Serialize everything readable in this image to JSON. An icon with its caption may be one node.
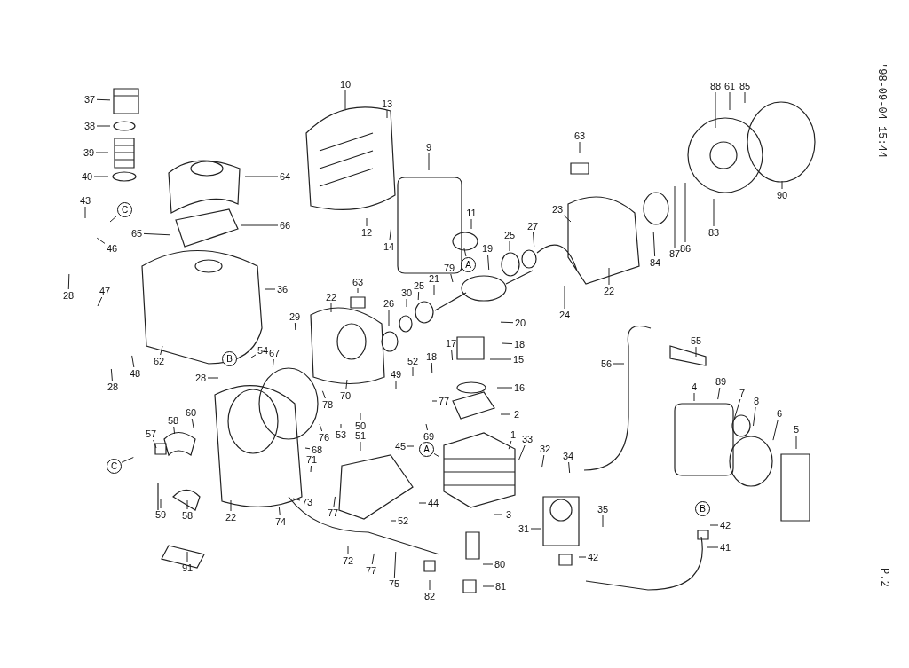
{
  "diagram": {
    "nodes": [
      {
        "text": [
          "37"
        ]
      },
      {
        "text": [
          "38"
        ]
      },
      {
        "text": [
          "39"
        ]
      },
      {
        "text": [
          "40"
        ]
      },
      {
        "text": [
          "10"
        ]
      },
      {
        "text": [
          "13"
        ]
      },
      {
        "text": [
          "88"
        ]
      },
      {
        "text": [
          "61"
        ]
      },
      {
        "text": [
          "85"
        ]
      },
      {
        "text": [
          "63"
        ]
      },
      {
        "text": [
          "9"
        ]
      },
      {
        "text": [
          "64"
        ]
      },
      {
        "text": [
          "43"
        ]
      },
      {
        "text": [
          "90"
        ]
      },
      {
        "text": [
          "C"
        ]
      },
      {
        "text": [
          "23"
        ]
      },
      {
        "text": [
          "11"
        ]
      },
      {
        "text": [
          "66"
        ]
      },
      {
        "text": [
          "83"
        ]
      },
      {
        "text": [
          "12"
        ]
      },
      {
        "text": [
          "65"
        ]
      },
      {
        "text": [
          "25"
        ]
      },
      {
        "text": [
          "27"
        ]
      },
      {
        "text": [
          "46"
        ]
      },
      {
        "text": [
          "14"
        ]
      },
      {
        "text": [
          "86"
        ]
      },
      {
        "text": [
          "19"
        ]
      },
      {
        "text": [
          "87"
        ]
      },
      {
        "text": [
          "84"
        ]
      },
      {
        "text": [
          "A"
        ]
      },
      {
        "text": [
          "79"
        ]
      },
      {
        "text": [
          "21"
        ]
      },
      {
        "text": [
          "63"
        ]
      },
      {
        "text": [
          "25"
        ]
      },
      {
        "text": [
          "36"
        ]
      },
      {
        "text": [
          "22"
        ]
      },
      {
        "text": [
          "47"
        ]
      },
      {
        "text": [
          "28"
        ]
      },
      {
        "text": [
          "30"
        ]
      },
      {
        "text": [
          "22"
        ]
      },
      {
        "text": [
          "26"
        ]
      },
      {
        "text": [
          "24"
        ]
      },
      {
        "text": [
          "29"
        ]
      },
      {
        "text": [
          "20"
        ]
      },
      {
        "text": [
          "55"
        ]
      },
      {
        "text": [
          "18"
        ]
      },
      {
        "text": [
          "17"
        ]
      },
      {
        "text": [
          "54"
        ]
      },
      {
        "text": [
          "67"
        ]
      },
      {
        "text": [
          "18"
        ]
      },
      {
        "text": [
          "15"
        ]
      },
      {
        "text": [
          "62"
        ]
      },
      {
        "text": [
          "52"
        ]
      },
      {
        "text": [
          "B"
        ]
      },
      {
        "text": [
          "56"
        ]
      },
      {
        "text": [
          "49"
        ]
      },
      {
        "text": [
          "48"
        ]
      },
      {
        "text": [
          "28"
        ]
      },
      {
        "text": [
          "28"
        ]
      },
      {
        "text": [
          "4"
        ]
      },
      {
        "text": [
          "89"
        ]
      },
      {
        "text": [
          "16"
        ]
      },
      {
        "text": [
          "7"
        ]
      },
      {
        "text": [
          "70"
        ]
      },
      {
        "text": [
          "78"
        ]
      },
      {
        "text": [
          "77"
        ]
      },
      {
        "text": [
          "8"
        ]
      },
      {
        "text": [
          "60"
        ]
      },
      {
        "text": [
          "2"
        ]
      },
      {
        "text": [
          "6"
        ]
      },
      {
        "text": [
          "58"
        ]
      },
      {
        "text": [
          "50"
        ]
      },
      {
        "text": [
          "5"
        ]
      },
      {
        "text": [
          "57"
        ]
      },
      {
        "text": [
          "53"
        ]
      },
      {
        "text": [
          "1"
        ]
      },
      {
        "text": [
          "51"
        ]
      },
      {
        "text": [
          "69"
        ]
      },
      {
        "text": [
          "76"
        ]
      },
      {
        "text": [
          "33"
        ]
      },
      {
        "text": [
          "45"
        ]
      },
      {
        "text": [
          "A"
        ]
      },
      {
        "text": [
          "32"
        ]
      },
      {
        "text": [
          "68"
        ]
      },
      {
        "text": [
          "34"
        ]
      },
      {
        "text": [
          "71"
        ]
      },
      {
        "text": [
          "C"
        ]
      },
      {
        "text": [
          "73"
        ]
      },
      {
        "text": [
          "44"
        ]
      },
      {
        "text": [
          "77"
        ]
      },
      {
        "text": [
          "B"
        ]
      },
      {
        "text": [
          "35"
        ]
      },
      {
        "text": [
          "3"
        ]
      },
      {
        "text": [
          "59"
        ]
      },
      {
        "text": [
          "58"
        ]
      },
      {
        "text": [
          "22"
        ]
      },
      {
        "text": [
          "74"
        ]
      },
      {
        "text": [
          "52"
        ]
      },
      {
        "text": [
          "42"
        ]
      },
      {
        "text": [
          "31"
        ]
      },
      {
        "text": [
          "41"
        ]
      },
      {
        "text": [
          "42"
        ]
      },
      {
        "text": [
          "72"
        ]
      },
      {
        "text": [
          "80"
        ]
      },
      {
        "text": [
          "77"
        ]
      },
      {
        "text": [
          "91"
        ]
      },
      {
        "text": [
          "75"
        ]
      },
      {
        "text": [
          "81"
        ]
      },
      {
        "text": [
          "82"
        ]
      }
    ],
    "edges": [
      {
        "from": 0,
        "to": null,
        "arrow": "none"
      },
      {
        "from": 1,
        "to": null,
        "arrow": "none"
      },
      {
        "from": 2,
        "to": null,
        "arrow": "none"
      },
      {
        "from": 3,
        "to": null,
        "arrow": "none"
      },
      {
        "from": 4,
        "to": null,
        "arrow": "none"
      },
      {
        "from": 5,
        "to": null,
        "arrow": "none"
      },
      {
        "from": 6,
        "to": null,
        "arrow": "none"
      },
      {
        "from": 7,
        "to": null,
        "arrow": "none"
      },
      {
        "from": 8,
        "to": null,
        "arrow": "none"
      },
      {
        "from": 9,
        "to": null,
        "arrow": "none"
      },
      {
        "from": 10,
        "to": null,
        "arrow": "none"
      },
      {
        "from": 11,
        "to": null,
        "arrow": "none"
      },
      {
        "from": 12,
        "to": null,
        "arrow": "none"
      },
      {
        "from": 13,
        "to": null,
        "arrow": "none"
      },
      {
        "from": 14,
        "to": null,
        "arrow": "none"
      },
      {
        "from": 15,
        "to": null,
        "arrow": "none"
      },
      {
        "from": 16,
        "to": null,
        "arrow": "none"
      },
      {
        "from": 17,
        "to": null,
        "arrow": "none"
      },
      {
        "from": 18,
        "to": null,
        "arrow": "none"
      },
      {
        "from": 19,
        "to": null,
        "arrow": "none"
      },
      {
        "from": 20,
        "to": null,
        "arrow": "none"
      },
      {
        "from": 21,
        "to": null,
        "arrow": "none"
      },
      {
        "from": 22,
        "to": null,
        "arrow": "none"
      },
      {
        "from": 23,
        "to": null,
        "arrow": "none"
      },
      {
        "from": 24,
        "to": null,
        "arrow": "none"
      },
      {
        "from": 25,
        "to": null,
        "arrow": "none"
      },
      {
        "from": 26,
        "to": null,
        "arrow": "none"
      },
      {
        "from": 27,
        "to": null,
        "arrow": "none"
      },
      {
        "from": 28,
        "to": null,
        "arrow": "none"
      },
      {
        "from": 29,
        "to": null,
        "arrow": "none"
      },
      {
        "from": 30,
        "to": null,
        "arrow": "none"
      },
      {
        "from": 31,
        "to": null,
        "arrow": "none"
      },
      {
        "from": 32,
        "to": null,
        "arrow": "none"
      },
      {
        "from": 33,
        "to": null,
        "arrow": "none"
      },
      {
        "from": 34,
        "to": null,
        "arrow": "none"
      },
      {
        "from": 35,
        "to": null,
        "arrow": "none"
      },
      {
        "from": 36,
        "to": null,
        "arrow": "none"
      },
      {
        "from": 37,
        "to": null,
        "arrow": "none"
      },
      {
        "from": 38,
        "to": null,
        "arrow": "none"
      },
      {
        "from": 39,
        "to": null,
        "arrow": "none"
      },
      {
        "from": 40,
        "to": null,
        "arrow": "none"
      },
      {
        "from": 41,
        "to": null,
        "arrow": "none"
      },
      {
        "from": 42,
        "to": null,
        "arrow": "none"
      },
      {
        "from": 43,
        "to": null,
        "arrow": "none"
      },
      {
        "from": 44,
        "to": null,
        "arrow": "none"
      },
      {
        "from": 45,
        "to": null,
        "arrow": "none"
      },
      {
        "from": 46,
        "to": null,
        "arrow": "none"
      },
      {
        "from": 47,
        "to": null,
        "arrow": "none"
      },
      {
        "from": 48,
        "to": null,
        "arrow": "none"
      },
      {
        "from": 49,
        "to": null,
        "arrow": "none"
      },
      {
        "from": 50,
        "to": null,
        "arrow": "none"
      },
      {
        "from": 51,
        "to": null,
        "arrow": "none"
      },
      {
        "from": 52,
        "to": null,
        "arrow": "none"
      },
      {
        "from": 54,
        "to": null,
        "arrow": "none"
      },
      {
        "from": 55,
        "to": null,
        "arrow": "none"
      },
      {
        "from": 56,
        "to": null,
        "arrow": "none"
      },
      {
        "from": 57,
        "to": null,
        "arrow": "none"
      },
      {
        "from": 58,
        "to": null,
        "arrow": "none"
      },
      {
        "from": 59,
        "to": null,
        "arrow": "none"
      },
      {
        "from": 60,
        "to": null,
        "arrow": "none"
      },
      {
        "from": 61,
        "to": null,
        "arrow": "none"
      },
      {
        "from": 62,
        "to": null,
        "arrow": "none"
      },
      {
        "from": 63,
        "to": null,
        "arrow": "none"
      },
      {
        "from": 64,
        "to": null,
        "arrow": "none"
      },
      {
        "from": 65,
        "to": null,
        "arrow": "none"
      },
      {
        "from": 66,
        "to": null,
        "arrow": "none"
      },
      {
        "from": 67,
        "to": null,
        "arrow": "none"
      },
      {
        "from": 68,
        "to": null,
        "arrow": "none"
      },
      {
        "from": 69,
        "to": null,
        "arrow": "none"
      },
      {
        "from": 70,
        "to": null,
        "arrow": "none"
      },
      {
        "from": 71,
        "to": null,
        "arrow": "none"
      },
      {
        "from": 72,
        "to": null,
        "arrow": "none"
      },
      {
        "from": 73,
        "to": null,
        "arrow": "none"
      },
      {
        "from": 74,
        "to": null,
        "arrow": "none"
      },
      {
        "from": 75,
        "to": null,
        "arrow": "none"
      },
      {
        "from": 76,
        "to": null,
        "arrow": "none"
      },
      {
        "from": 77,
        "to": null,
        "arrow": "none"
      },
      {
        "from": 78,
        "to": null,
        "arrow": "none"
      },
      {
        "from": 79,
        "to": null,
        "arrow": "none"
      },
      {
        "from": 80,
        "to": null,
        "arrow": "none"
      },
      {
        "from": 81,
        "to": null,
        "arrow": "none"
      },
      {
        "from": 82,
        "to": null,
        "arrow": "none"
      },
      {
        "from": 83,
        "to": null,
        "arrow": "none"
      },
      {
        "from": 84,
        "to": null,
        "arrow": "none"
      },
      {
        "from": 85,
        "to": null,
        "arrow": "none"
      },
      {
        "from": 86,
        "to": null,
        "arrow": "none"
      },
      {
        "from": 87,
        "to": null,
        "arrow": "none"
      },
      {
        "from": 88,
        "to": null,
        "arrow": "none"
      },
      {
        "from": 89,
        "to": null,
        "arrow": "none"
      },
      {
        "from": 91,
        "to": null,
        "arrow": "none"
      },
      {
        "from": 92,
        "to": null,
        "arrow": "none"
      },
      {
        "from": 93,
        "to": null,
        "arrow": "none"
      },
      {
        "from": 94,
        "to": null,
        "arrow": "none"
      },
      {
        "from": 95,
        "to": null,
        "arrow": "none"
      },
      {
        "from": 96,
        "to": null,
        "arrow": "none"
      },
      {
        "from": 97,
        "to": null,
        "arrow": "none"
      },
      {
        "from": 98,
        "to": null,
        "arrow": "none"
      },
      {
        "from": 99,
        "to": null,
        "arrow": "none"
      },
      {
        "from": 100,
        "to": null,
        "arrow": "none"
      },
      {
        "from": 101,
        "to": null,
        "arrow": "none"
      },
      {
        "from": 102,
        "to": null,
        "arrow": "none"
      },
      {
        "from": 103,
        "to": null,
        "arrow": "none"
      },
      {
        "from": 104,
        "to": null,
        "arrow": "none"
      },
      {
        "from": 105,
        "to": null,
        "arrow": "none"
      },
      {
        "from": 106,
        "to": null,
        "arrow": "none"
      },
      {
        "from": 107,
        "to": null,
        "arrow": "none"
      },
      {
        "from": 108,
        "to": null,
        "arrow": "none"
      }
    ],
    "labels": [
      "'98-09-04 15:44",
      "P.2"
    ]
  }
}
